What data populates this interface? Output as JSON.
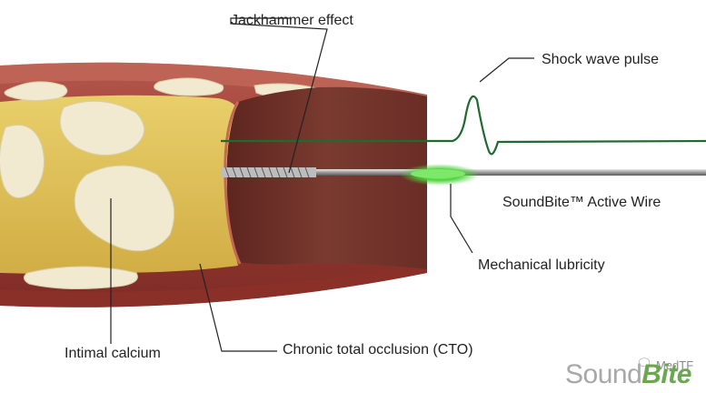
{
  "labels": {
    "jackhammer": "Jackhammer effect",
    "shock_wave": "Shock wave pulse",
    "active_wire": "SoundBite™ Active Wire",
    "lubricity": "Mechanical lubricity",
    "intimal_calcium": "Intimal calcium",
    "cto": "Chronic total occlusion (CTO)"
  },
  "watermark": {
    "text": "MedTF",
    "icon": "wechat-icon"
  },
  "logo": {
    "part1": "Sound",
    "part2": "Bite"
  },
  "colors": {
    "vessel_wall": "#a5443c",
    "plaque": "#e3c457",
    "calcium": "#f1ead0",
    "lumen": "#6f3128",
    "wave": "#1f6b2f",
    "wire_tip_glow": "#5bd64a",
    "logo_green": "#6aa84f"
  }
}
